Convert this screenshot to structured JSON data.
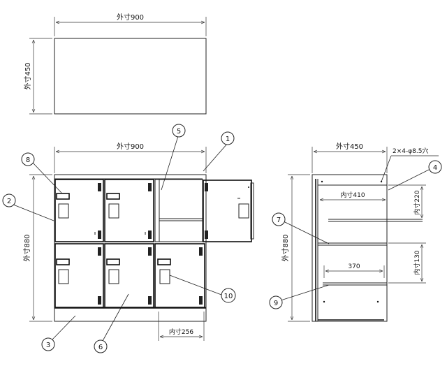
{
  "dimensions": {
    "top_width": "外寸900",
    "top_depth": "外寸450",
    "front_width": "外寸900",
    "front_height": "外寸880",
    "side_width": "外寸450",
    "side_height": "外寸880",
    "inner_width": "内寸410",
    "inner_height_upper": "内寸220",
    "inner_height_lower": "内寸130",
    "shelf_width": "370",
    "door_inner_width": "内寸256",
    "mounting_holes": "2×4-φ8.5穴"
  },
  "callouts": [
    "1",
    "2",
    "3",
    "4",
    "5",
    "6",
    "7",
    "8",
    "9",
    "10"
  ]
}
